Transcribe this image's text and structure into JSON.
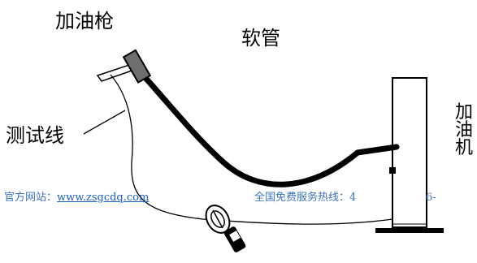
{
  "labels": {
    "nozzle": "加油枪",
    "hose": "软管",
    "test_line": "测试线",
    "dispenser": "加\n油\n机"
  },
  "footer": {
    "site_prefix": "官方网站：",
    "site_url": "www.zsgcdq.com",
    "hotline_prefix": "全国免费服务热线：",
    "hotline_partial": "4",
    "hotline_suffix": "6-"
  },
  "colors": {
    "ink": "#000000",
    "nozzle_grip": "#6e6e6e",
    "footer_text": "#3b73b9",
    "link": "#1f5fb5"
  }
}
